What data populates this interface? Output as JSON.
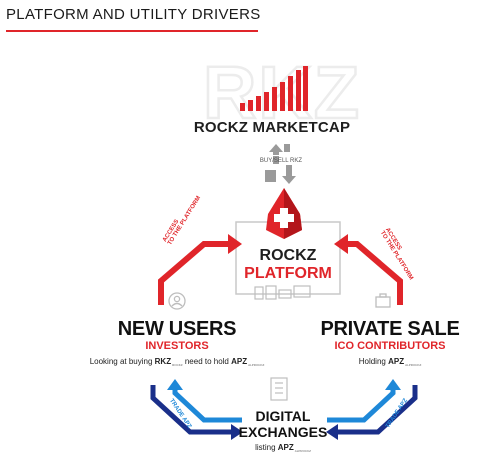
{
  "header": {
    "title": "PLATFORM AND UTILITY DRIVERS"
  },
  "watermark": {
    "text": "RKZ"
  },
  "marketcap": {
    "title": "ROCKZ MARKETCAP",
    "link_label": "BUY/SELL RKZ"
  },
  "platform": {
    "line1": "ROCKZ",
    "line2": "PLATFORM"
  },
  "access_label": {
    "line1": "ACCESS",
    "line2": "TO THE PLATFORM"
  },
  "new_users": {
    "title": "NEW USERS",
    "subtitle": "INVESTORS",
    "desc_pre": "Looking at buying",
    "desc_token1": "RKZ",
    "desc_token1_sub": "ROCKZ",
    "desc_mid": "need to hold",
    "desc_token2": "APZ",
    "desc_token2_sub": "ALPROCKZ"
  },
  "private_sale": {
    "title": "PRIVATE SALE",
    "subtitle": "ICO CONTRIBUTORS",
    "desc_pre": "Holding",
    "desc_token": "APZ",
    "desc_token_sub": "ALPROCKZ"
  },
  "exchanges": {
    "line1": "DIGITAL",
    "line2": "EXCHANGES",
    "desc_pre": "listing",
    "desc_token": "APZ",
    "desc_token_sub": "ALPROCKZ"
  },
  "trade_label": "TRADE APZ",
  "colors": {
    "accent_red": "#e0252a",
    "navy": "#1a2f8a",
    "light_blue": "#1e88d8",
    "grey": "#9a9a9a"
  },
  "icons": [
    "bar-chart-icon",
    "swiss-cross-icon",
    "user-icon",
    "briefcase-icon",
    "building-icon",
    "devices-icon"
  ]
}
